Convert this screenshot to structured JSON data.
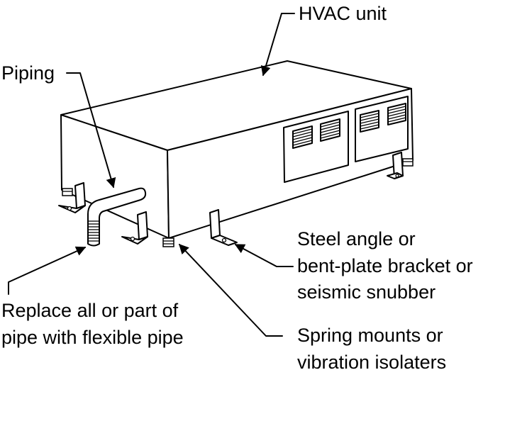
{
  "labels": {
    "hvac_unit": "HVAC unit",
    "piping": "Piping",
    "steel_angle_line1": "Steel angle or",
    "steel_angle_line2": "bent-plate bracket or",
    "steel_angle_line3": "seismic snubber",
    "replace_line1": "Replace all or part of",
    "replace_line2": "pipe with flexible pipe",
    "spring_line1": "Spring mounts or",
    "spring_line2": "vibration isolaters"
  },
  "colors": {
    "line": "#000000",
    "background": "#ffffff"
  }
}
